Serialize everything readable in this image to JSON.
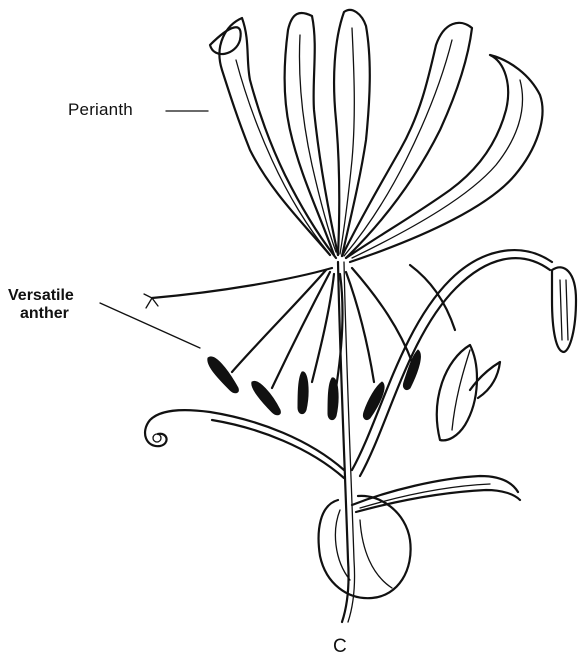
{
  "figure": {
    "labels": {
      "perianth": "Perianth",
      "versatile_line1": "Versatile",
      "versatile_line2": "anther",
      "figure_letter": "C"
    }
  }
}
